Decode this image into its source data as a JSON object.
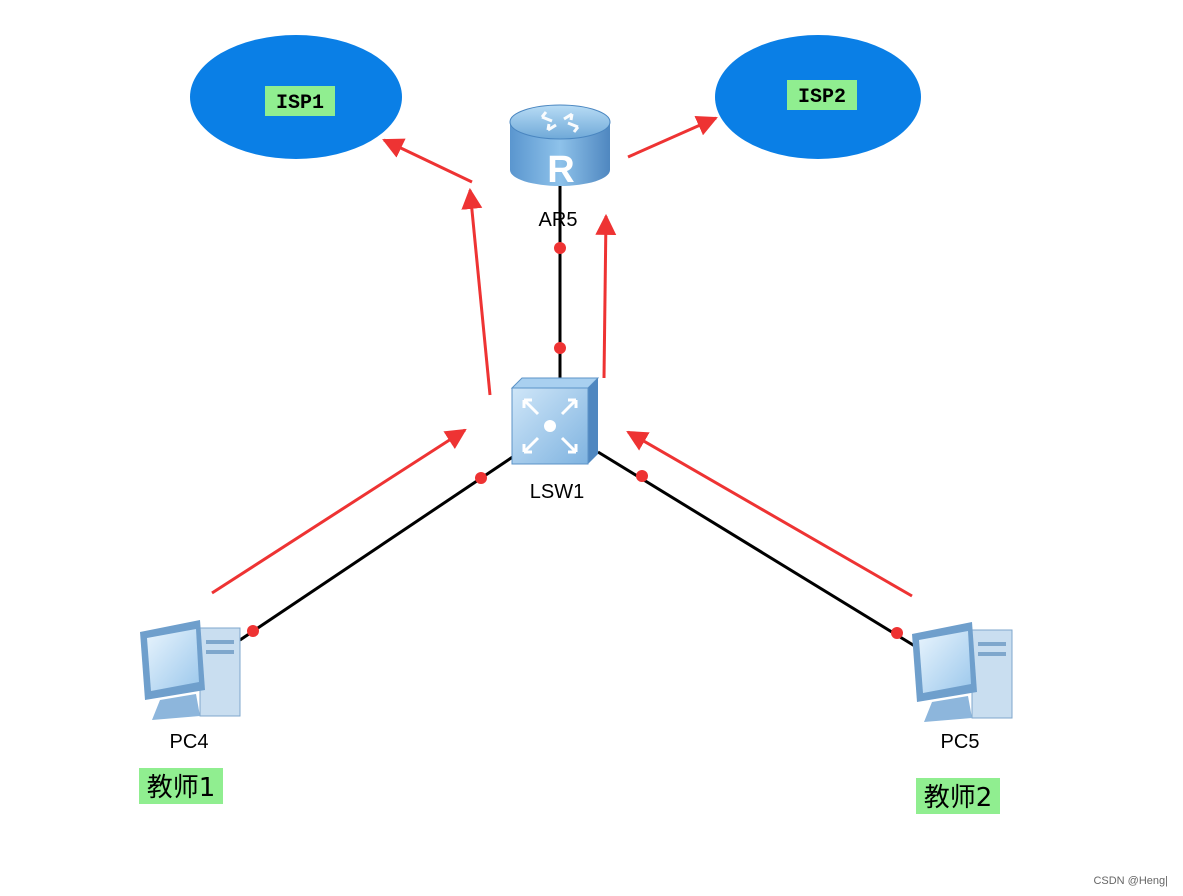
{
  "clouds": {
    "isp1": {
      "label": "ISP1",
      "color": "#0a7fe6"
    },
    "isp2": {
      "label": "ISP2",
      "color": "#0a7fe6"
    }
  },
  "devices": {
    "router": {
      "label": "AR5",
      "icon": "router-icon"
    },
    "switch": {
      "label": "LSW1",
      "icon": "switch-icon"
    },
    "pc4": {
      "label": "PC4",
      "icon": "pc-icon",
      "tag": "教师1"
    },
    "pc5": {
      "label": "PC5",
      "icon": "pc-icon",
      "tag": "教师2"
    }
  },
  "colors": {
    "link": "#000000",
    "port": "#ee3333",
    "arrow": "#ee3333",
    "tag_bg": "#90ee90"
  },
  "watermark": "CSDN @Heng|"
}
